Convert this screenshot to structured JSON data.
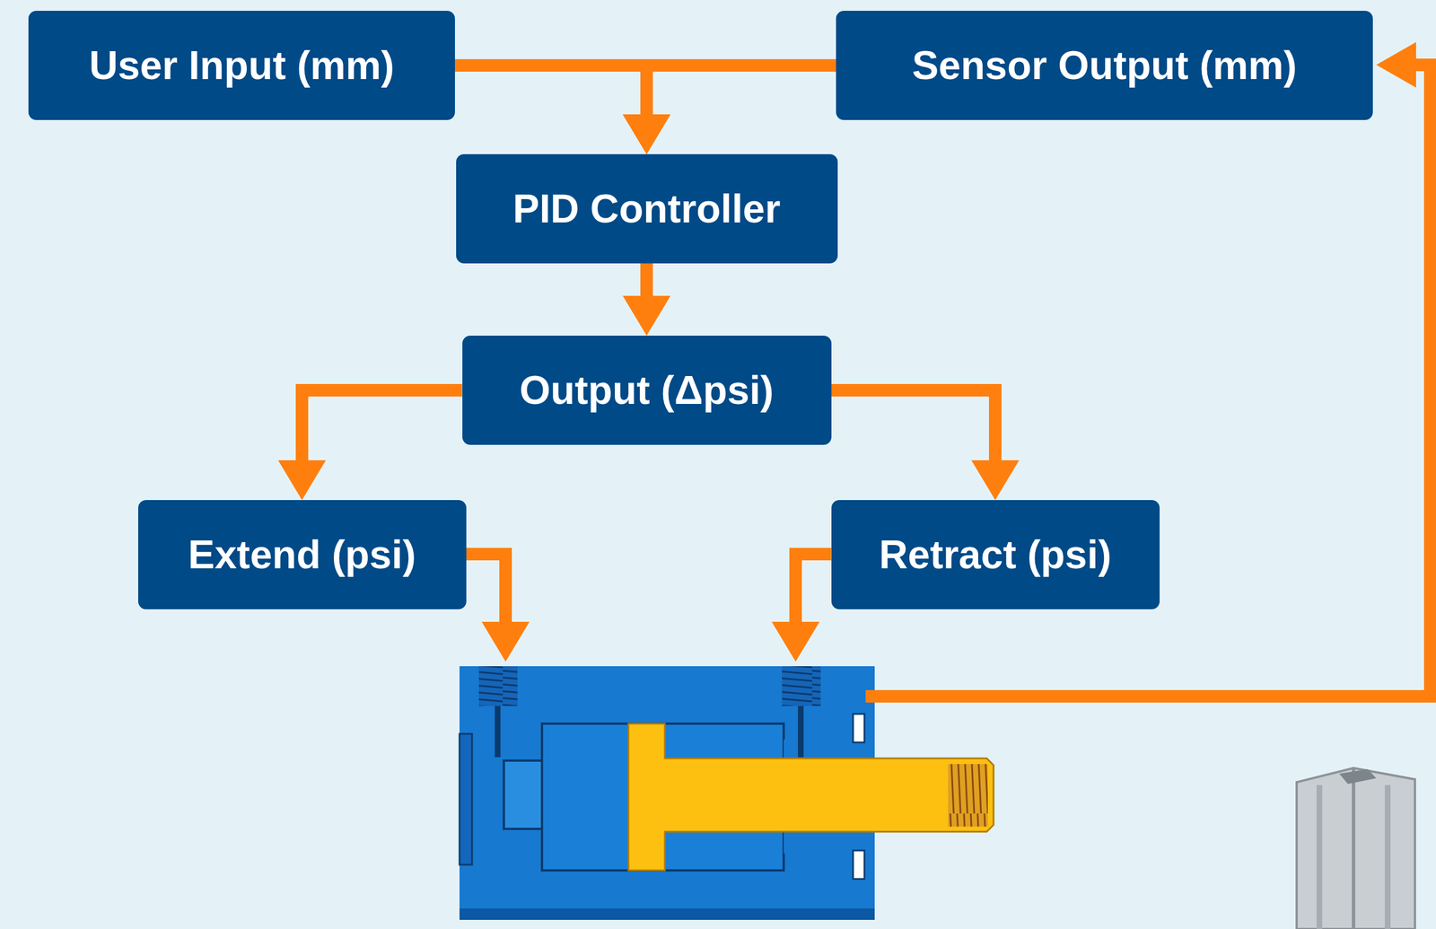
{
  "diagram": {
    "nodes": [
      {
        "text": [
          "User Input (mm)"
        ]
      },
      {
        "text": [
          "Sensor Output (mm)"
        ]
      },
      {
        "text": [
          "PID Controller"
        ]
      },
      {
        "text": [
          "Output (Δpsi)"
        ]
      },
      {
        "text": [
          "Extend (psi)"
        ]
      },
      {
        "text": [
          "Retract (psi)"
        ]
      }
    ],
    "edges": [
      {
        "from": 0,
        "to": 2,
        "arrow": "to"
      },
      {
        "from": 1,
        "to": 2,
        "arrow": "to"
      },
      {
        "from": 2,
        "to": 3,
        "arrow": "to"
      },
      {
        "from": 3,
        "to": 4,
        "arrow": "to"
      },
      {
        "from": 3,
        "to": 5,
        "arrow": "to"
      }
    ]
  }
}
